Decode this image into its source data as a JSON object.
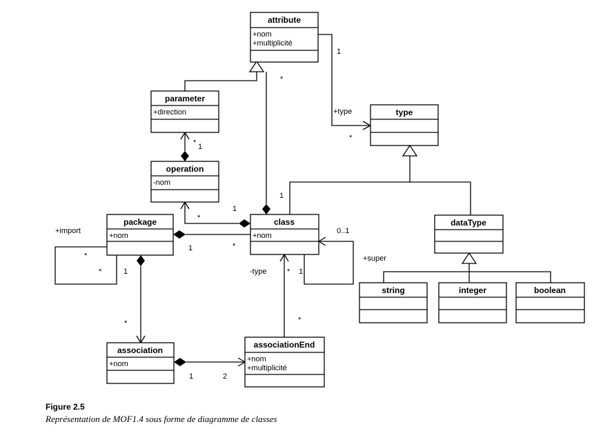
{
  "classes": {
    "attribute": {
      "name": "attribute",
      "attrs": [
        "+nom",
        "+multiplicité"
      ]
    },
    "parameter": {
      "name": "parameter",
      "attrs": [
        "+direction"
      ]
    },
    "type": {
      "name": "type"
    },
    "operation": {
      "name": "operation",
      "attrs": [
        "-nom"
      ]
    },
    "package": {
      "name": "package",
      "attrs": [
        "+nom"
      ]
    },
    "class": {
      "name": "class",
      "attrs": [
        "+nom"
      ]
    },
    "dataType": {
      "name": "dataType"
    },
    "string": {
      "name": "string"
    },
    "integer": {
      "name": "integer"
    },
    "boolean": {
      "name": "boolean"
    },
    "association": {
      "name": "association",
      "attrs": [
        "+nom"
      ]
    },
    "associationEnd": {
      "name": "associationEnd",
      "attrs": [
        "+nom",
        "+multiplicité"
      ]
    }
  },
  "labels": {
    "attr_type_one": "1",
    "attr_type_role": "+type",
    "attr_type_many": "*",
    "class_attr_many": "*",
    "param_op_many": "*",
    "param_op_one": "1",
    "class_type_one": "1",
    "op_class_many": "*",
    "op_class_one": "1",
    "pkg_import_role": "+import",
    "pkg_import_many_a": "*",
    "pkg_import_many_b": "*",
    "pkg_assoc_one": "1",
    "pkg_class_one": "1",
    "pkg_class_many": "*",
    "class_super_mult": "0..1",
    "class_super_role": "+super",
    "class_type_role": "-type",
    "end_class_many": "*",
    "class_self_one": "1",
    "end_many": "*",
    "pkg_assoc_many": "*",
    "assoc_end_one": "1",
    "assoc_end_two": "2"
  },
  "caption": {
    "number": "Figure 2.5",
    "text": "Représentation de MOF1.4 sous forme de diagramme de classes"
  }
}
